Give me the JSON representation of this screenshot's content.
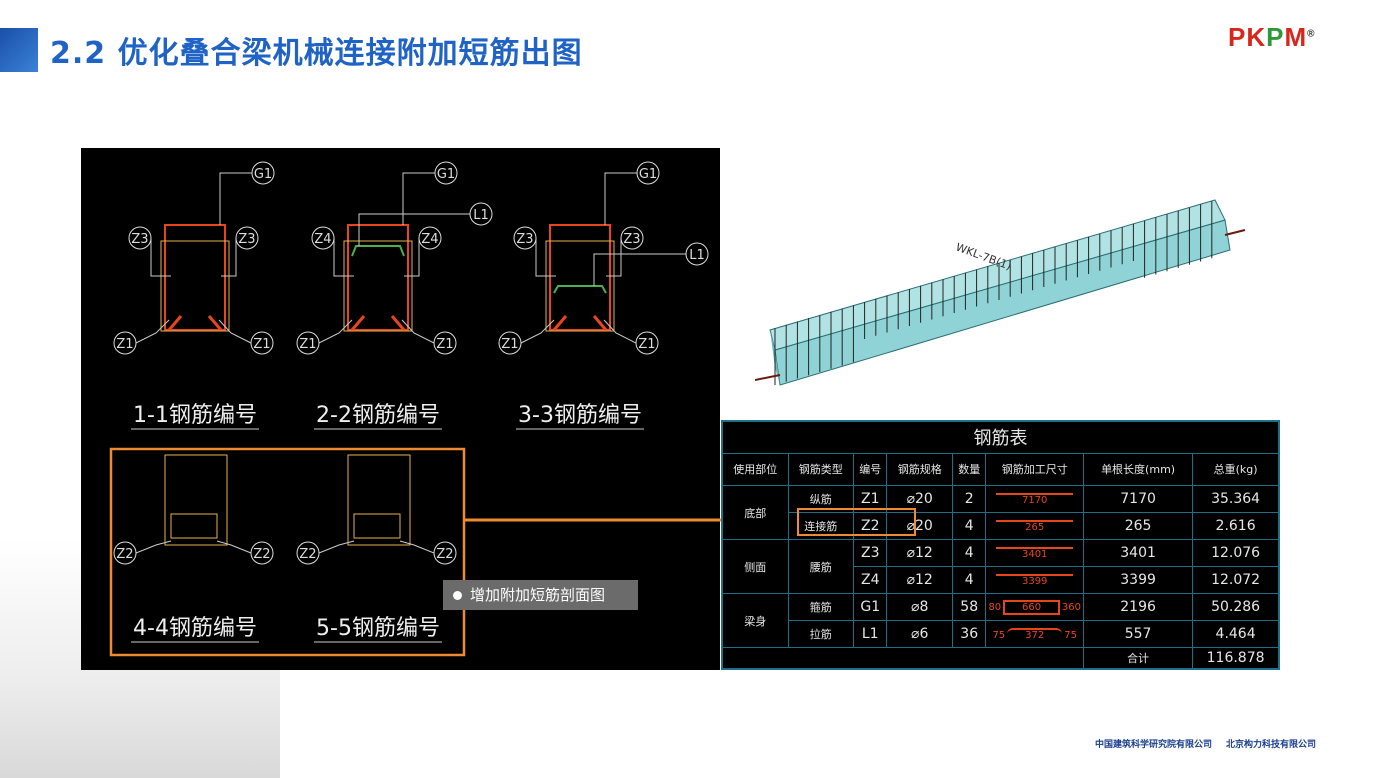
{
  "slide": {
    "title": "2.2 优化叠合梁机械连接附加短筋出图",
    "logo": [
      "P",
      "K",
      "P",
      "M"
    ],
    "logo_reg": "®"
  },
  "cad": {
    "sections_top": [
      {
        "label": "1-1钢筋编号",
        "g": "G1",
        "side": "Z3",
        "bottom": "Z1",
        "extra": ""
      },
      {
        "label": "2-2钢筋编号",
        "g": "G1",
        "side": "Z4",
        "bottom": "Z1",
        "extra": "L1"
      },
      {
        "label": "3-3钢筋编号",
        "g": "G1",
        "side": "Z3",
        "bottom": "Z1",
        "extra": "L1"
      }
    ],
    "sections_bottom": [
      {
        "label": "4-4钢筋编号",
        "bottom": "Z2"
      },
      {
        "label": "5-5钢筋编号",
        "bottom": "Z2"
      }
    ],
    "tooltip": "增加附加短筋剖面图"
  },
  "colors": {
    "accent": "#f08a30",
    "rebar": "#e8451c",
    "table_line": "#1d6f8a",
    "beam": "#8fd3d6"
  },
  "table": {
    "title": "钢筋表",
    "headers": [
      "使用部位",
      "钢筋类型",
      "编号",
      "钢筋规格",
      "数量",
      "钢筋加工尺寸",
      "单根长度(mm)",
      "总重(kg)"
    ],
    "groups": [
      "底部",
      "侧面",
      "梁身"
    ],
    "rows": [
      {
        "type": "纵筋",
        "id": "Z1",
        "spec": "⌀20",
        "qty": "2",
        "dim": "7170",
        "len": "7170",
        "wt": "35.364"
      },
      {
        "type": "连接筋",
        "id": "Z2",
        "spec": "⌀20",
        "qty": "4",
        "dim": "265",
        "len": "265",
        "wt": "2.616"
      },
      {
        "type": "腰筋",
        "id": "Z3",
        "spec": "⌀12",
        "qty": "4",
        "dim": "3401",
        "len": "3401",
        "wt": "12.076"
      },
      {
        "type": "",
        "id": "Z4",
        "spec": "⌀12",
        "qty": "4",
        "dim": "3399",
        "len": "3399",
        "wt": "12.072"
      },
      {
        "type": "箍筋",
        "id": "G1",
        "spec": "⌀8",
        "qty": "58",
        "dim": "660",
        "dim_l": "80",
        "dim_r": "360",
        "len": "2196",
        "wt": "50.286"
      },
      {
        "type": "拉筋",
        "id": "L1",
        "spec": "⌀6",
        "qty": "36",
        "dim": "372",
        "dim_l": "75",
        "dim_r": "75",
        "len": "557",
        "wt": "4.464"
      }
    ],
    "total_label": "合计",
    "total": "116.878"
  },
  "beam_label": "WKL-7B(1)",
  "footer": [
    "中国建筑科学研究院有限公司",
    "北京构力科技有限公司"
  ]
}
